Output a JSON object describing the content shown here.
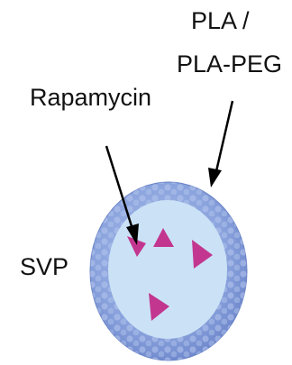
{
  "labels": {
    "pla_line1": "PLA /",
    "pla_line2": "PLA-PEG",
    "drug": "Rapamycin",
    "particle": "SVP"
  },
  "colors": {
    "shell": "#8fa8e0",
    "shell_edge": "#5f79bf",
    "core": "#c9e1f5",
    "drug_marker": "#c2368f",
    "text": "#111111",
    "arrow": "#000000"
  },
  "drug_marker_count": 4
}
